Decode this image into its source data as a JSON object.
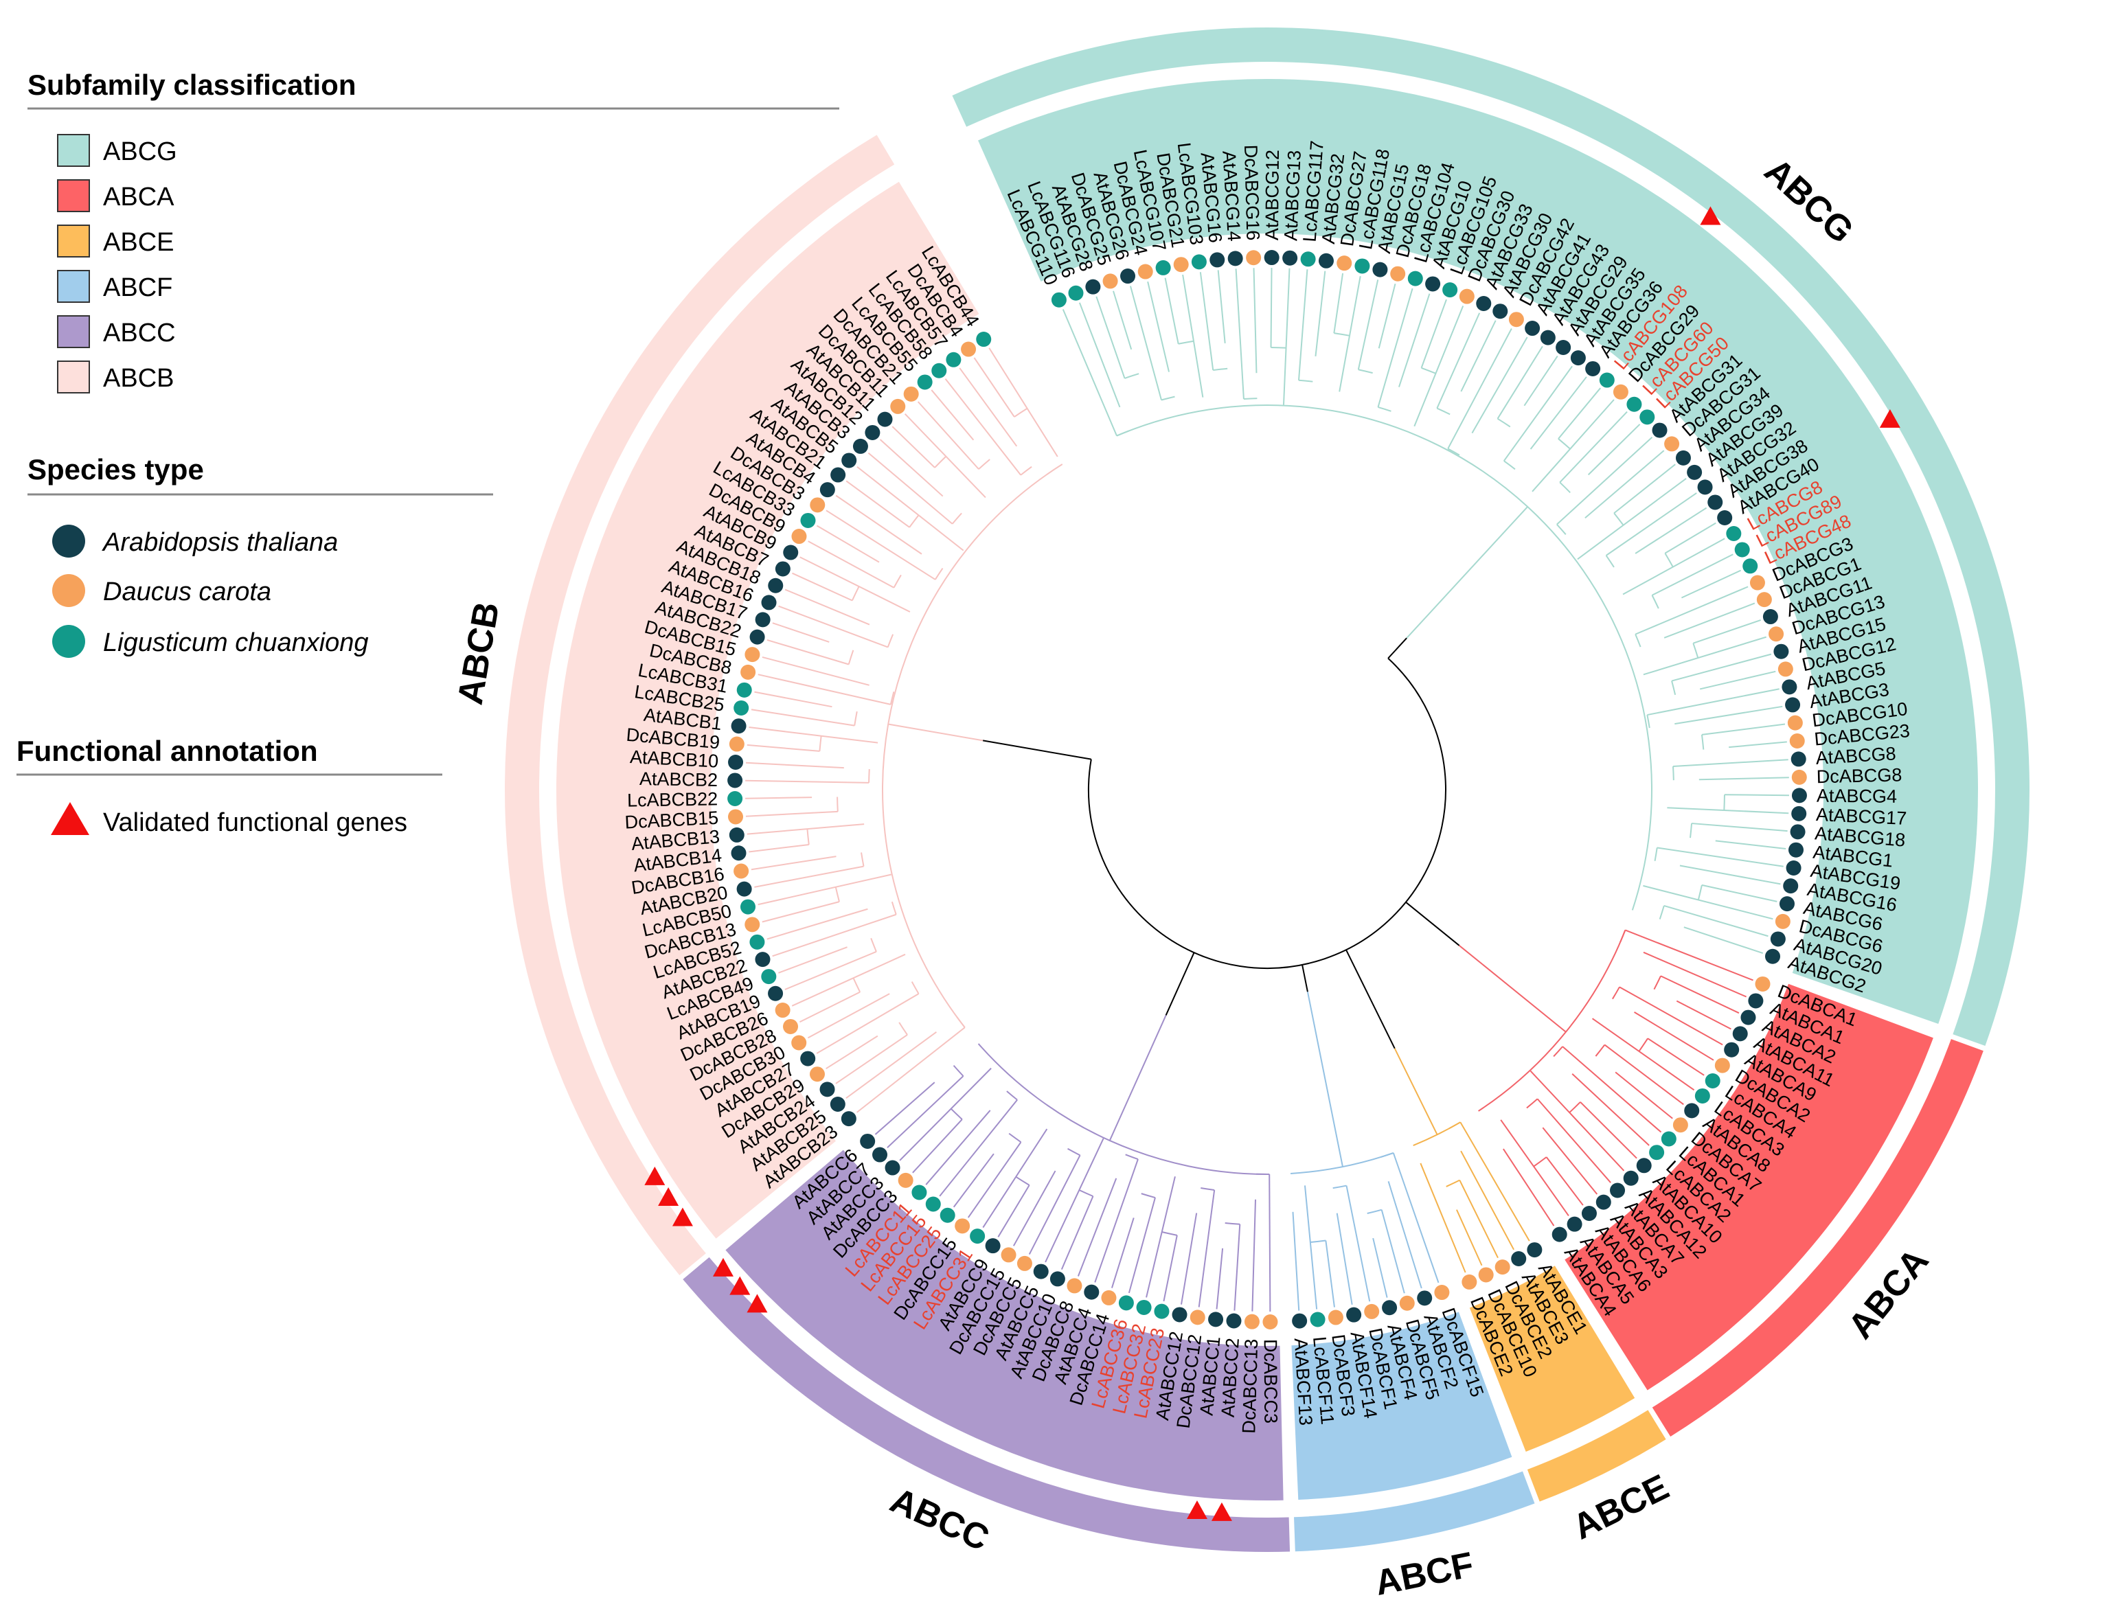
{
  "legend": {
    "subfamily_heading": "Subfamily classification",
    "subfamilies": [
      {
        "label": "ABCG",
        "color": "#aedfd8"
      },
      {
        "label": "ABCA",
        "color": "#fd6366"
      },
      {
        "label": "ABCE",
        "color": "#fdbd5b"
      },
      {
        "label": "ABCF",
        "color": "#a1cdec"
      },
      {
        "label": "ABCC",
        "color": "#ad99cc"
      },
      {
        "label": "ABCB",
        "color": "#fde0dc"
      }
    ],
    "species_heading": "Species type",
    "species": [
      {
        "label": "Arabidopsis thaliana",
        "color": "#133f4d"
      },
      {
        "label": "Daucus carota",
        "color": "#f6a25b"
      },
      {
        "label": "Ligusticum chuanxiong",
        "color": "#129a8a"
      }
    ],
    "function_heading": "Functional annotation",
    "function_label": "Validated functional genes",
    "function_color": "#f20f0f"
  },
  "tree": {
    "highlight_color": "#e8422f",
    "clades": [
      {
        "name": "ABCG",
        "label": "ABCG",
        "color": "#aedfd8",
        "branch_color": "#a7d9cf",
        "leaves": [
          "LcABCG110",
          "LcABCG116",
          "AtABCG28",
          "DcABCG25",
          "AtABCG26",
          "DcABCG24",
          "LcABCG107",
          "DcABCG21",
          "LcABCG103",
          "AtABCG16",
          "AtABCG14",
          "DcABCG16",
          "AtABCG12",
          "AtABCG13",
          "LcABCG117",
          "AtABCG32",
          "DcABCG27",
          "LcABCG118",
          "AtABCG15",
          "DcABCG18",
          "LcABCG104",
          "AtABCG10",
          "LcABCG105",
          "DcABCG30",
          "AtABCG33",
          "AtABCG30",
          "DcABCG42",
          "AtABCG41",
          "AtABCG43",
          "AtABCG29",
          "AtABCG35",
          "AtABCG36",
          "LcABCG108",
          "DcABCG29",
          "LcABCG60",
          "LcABCG50",
          "AtABCG31",
          "DcABCG31",
          "AtABCG34",
          "AtABCG39",
          "AtABCG32",
          "AtABCG38",
          "AtABCG40",
          "LcABCG8",
          "LcABCG89",
          "LcABCG48",
          "DcABCG3",
          "DcABCG1",
          "AtABCG11",
          "DcABCG13",
          "AtABCG15",
          "DcABCG12",
          "AtABCG5",
          "AtABCG3",
          "DcABCG10",
          "DcABCG23",
          "AtABCG8",
          "DcABCG8",
          "AtABCG4",
          "AtABCG17",
          "AtABCG18",
          "AtABCG1",
          "AtABCG19",
          "AtABCG16",
          "AtABCG6",
          "DcABCG6",
          "AtABCG20",
          "AtABCG2"
        ]
      },
      {
        "name": "ABCA",
        "label": "ABCA",
        "color": "#fd6366",
        "branch_color": "#f2646a",
        "leaves": [
          "DcABCA1",
          "AtABCA1",
          "AtABCA2",
          "AtABCA11",
          "AtABCA9",
          "DcABCA2",
          "LcABCA4",
          "LcABCA3",
          "AtABCA8",
          "DcABCA7",
          "LcABCA1",
          "LcABCA2",
          "AtABCA10",
          "AtABCA12",
          "AtABCA7",
          "AtABCA3",
          "AtABCA6",
          "AtABCA5",
          "AtABCA4"
        ]
      },
      {
        "name": "ABCE",
        "label": "ABCE",
        "color": "#fdbd5b",
        "branch_color": "#f4b24c",
        "leaves": [
          "AtABCE1",
          "AtABCE3",
          "DcABCE2",
          "DcABCE10",
          "DcABCE2"
        ]
      },
      {
        "name": "ABCF",
        "label": "ABCF",
        "color": "#a1cdec",
        "branch_color": "#94c1e3",
        "leaves": [
          "DcABCF15",
          "AtABCF2",
          "DcABCF5",
          "AtABCF4",
          "DcABCF1",
          "AtABCF14",
          "DcABCF3",
          "LcABCF11",
          "AtABCF13"
        ]
      },
      {
        "name": "ABCC",
        "label": "ABCC",
        "color": "#ad99cc",
        "branch_color": "#a08ec9",
        "leaves": [
          "DcABCC3",
          "DcABCC13",
          "AtABCC2",
          "AtABCC1",
          "DcABCC12",
          "AtABCC12",
          "LcABCC23",
          "LcABCC32",
          "LcABCC36",
          "DcABCC14",
          "AtABCC4",
          "DcABCC8",
          "AtABCC10",
          "AtABCC5",
          "DcABCC5",
          "DcABCC15",
          "AtABCC9",
          "LcABCC31",
          "DcABCC15",
          "LcABCC25",
          "LcABCC15",
          "LcABCC11",
          "DcABCC3",
          "AtABCC3",
          "AtABCC7",
          "AtABCC6"
        ]
      },
      {
        "name": "ABCB",
        "label": "ABCB",
        "color": "#fde0dc",
        "branch_color": "#f6c3c0",
        "leaves": [
          "AtABCB23",
          "AtABCB25",
          "AtABCB24",
          "DcABCB29",
          "AtABCB27",
          "DcABCB30",
          "DcABCB28",
          "DcABCB26",
          "AtABCB19",
          "LcABCB49",
          "AtABCB22",
          "LcABCB52",
          "DcABCB13",
          "LcABCB50",
          "AtABCB20",
          "DcABCB16",
          "AtABCB14",
          "AtABCB13",
          "DcABCB15",
          "LcABCB22",
          "AtABCB2",
          "AtABCB10",
          "DcABCB19",
          "AtABCB1",
          "LcABCB25",
          "LcABCB31",
          "DcABCB8",
          "DcABCB15",
          "AtABCB22",
          "AtABCB17",
          "AtABCB16",
          "AtABCB18",
          "AtABCB7",
          "AtABCB9",
          "DcABCB9",
          "LcABCB33",
          "DcABCB3",
          "AtABCB4",
          "AtABCB21",
          "AtABCB5",
          "AtABCB3",
          "AtABCB12",
          "AtABCB11",
          "DcABCB11",
          "DcABCB21",
          "LcABCB55",
          "LcABCB58",
          "LcABCB57",
          "DcABCB4",
          "LcABCB44"
        ]
      }
    ],
    "validated_genes": [
      "AtABCG36",
      "AtABCG40",
      "AtABCB25",
      "AtABCB24",
      "DcABCB29",
      "AtABCC6",
      "AtABCC7",
      "AtABCC3",
      "AtABCC1",
      "AtABCC2"
    ]
  }
}
